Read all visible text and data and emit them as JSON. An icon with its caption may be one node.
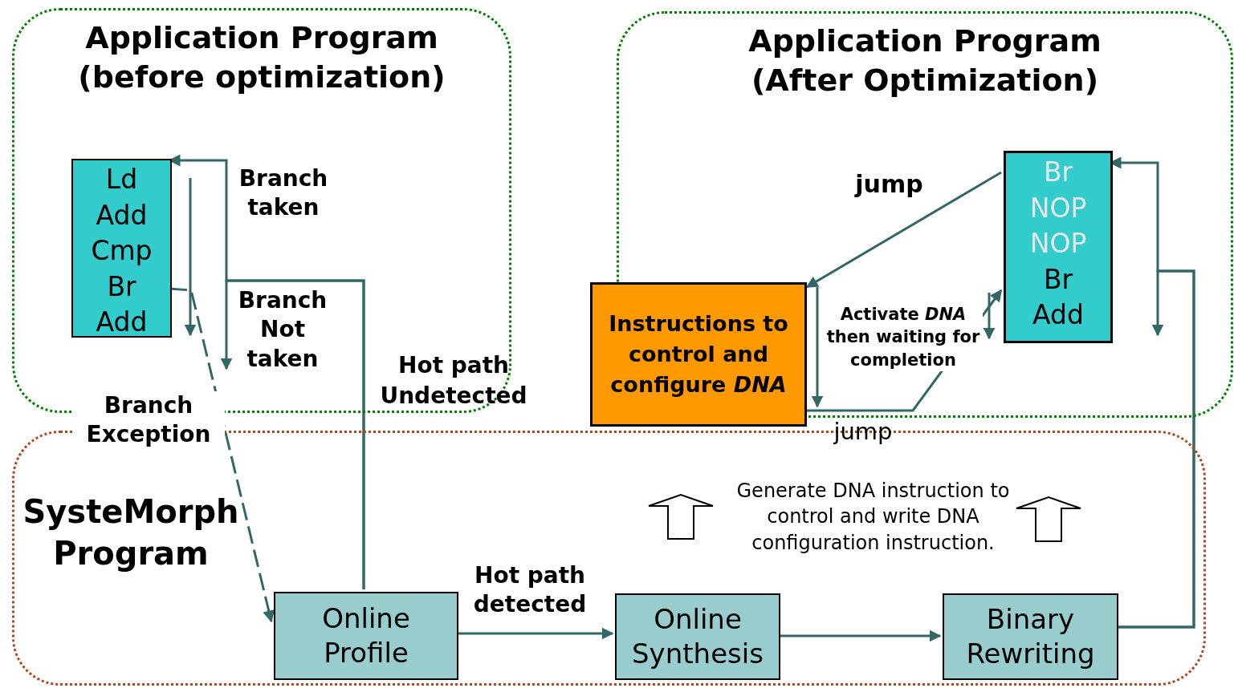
{
  "diagram": {
    "nodes": [
      {
        "text": [
          "Application Program (before optimization)"
        ]
      },
      {
        "text": [
          "Ld",
          "Add",
          "Cmp",
          "Br",
          "Add"
        ],
        "in": 0
      },
      {
        "text": [
          "Application Program (After Optimization)"
        ]
      },
      {
        "text": [
          "Br",
          "NOP",
          "NOP",
          "Br",
          "Add"
        ],
        "in": 2
      },
      {
        "text": [
          "Instructions to control and configure *DNA*"
        ]
      },
      {
        "text": [
          "SysteMorph Program"
        ]
      },
      {
        "text": [
          "Online Profile"
        ],
        "in": 5
      },
      {
        "text": [
          "Online Synthesis"
        ],
        "in": 5
      },
      {
        "text": [
          "Binary Rewriting"
        ],
        "in": 5
      }
    ],
    "edges": [
      {
        "from": 6,
        "to": 1,
        "arrow": "to",
        "label": "Branch taken"
      },
      {
        "from": 6,
        "to": null,
        "arrow": "to",
        "label": "Branch Not taken"
      },
      {
        "from": 1,
        "to": 6,
        "arrow": "to",
        "label": "Branch Exception",
        "style": "dashed"
      },
      {
        "from": 6,
        "to": 7,
        "arrow": "to",
        "label": "Hot path detected"
      },
      {
        "from": 7,
        "to": 8,
        "arrow": "to"
      },
      {
        "from": 8,
        "to": 3,
        "arrow": "to"
      },
      {
        "from": 8,
        "to": null,
        "arrow": "to"
      },
      {
        "from": 3,
        "to": 4,
        "arrow": "to",
        "label": "jump"
      },
      {
        "from": 4,
        "to": 3,
        "arrow": "to",
        "label": "jump"
      }
    ],
    "labels": [
      "Hot path Undetected",
      "Activate *DNA* then waiting for completion",
      "Generate DNA instruction to control and write DNA configuration instruction."
    ]
  }
}
